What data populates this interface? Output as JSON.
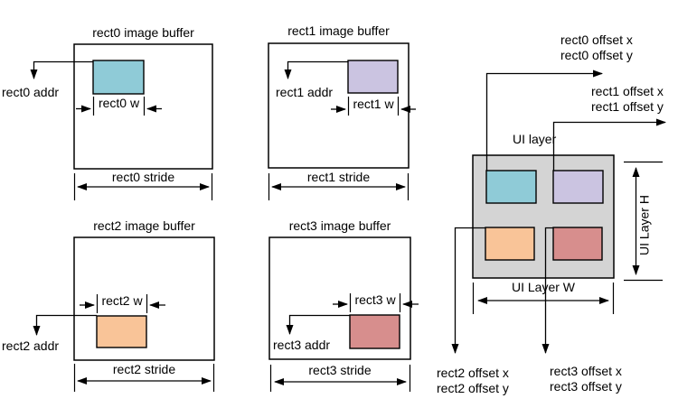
{
  "colors": {
    "rect0": "#8fcbd7",
    "rect1": "#cbc4e1",
    "rect2": "#f9c498",
    "rect3": "#d78e8d",
    "ui_layer_bg": "#d4d4d4",
    "line": "#000000"
  },
  "panels": [
    {
      "title": "rect0 image buffer",
      "addr_label": "rect0 addr",
      "w_label": "rect0 w",
      "stride_label": "rect0 stride"
    },
    {
      "title": "rect1 image buffer",
      "addr_label": "rect1 addr",
      "w_label": "rect1 w",
      "stride_label": "rect1 stride"
    },
    {
      "title": "rect2 image buffer",
      "addr_label": "rect2 addr",
      "w_label": "rect2 w",
      "stride_label": "rect2 stride"
    },
    {
      "title": "rect3 image buffer",
      "addr_label": "rect3 addr",
      "w_label": "rect3 w",
      "stride_label": "rect3 stride"
    }
  ],
  "ui_layer": {
    "label": "UI layer",
    "width_label": "UI Layer W",
    "height_label": "UI Layer H",
    "offsets": [
      {
        "x": "rect0 offset x",
        "y": "rect0 offset y"
      },
      {
        "x": "rect1 offset x",
        "y": "rect1 offset y"
      },
      {
        "x": "rect2 offset x",
        "y": "rect2 offset y"
      },
      {
        "x": "rect3 offset x",
        "y": "rect3 offset y"
      }
    ]
  }
}
